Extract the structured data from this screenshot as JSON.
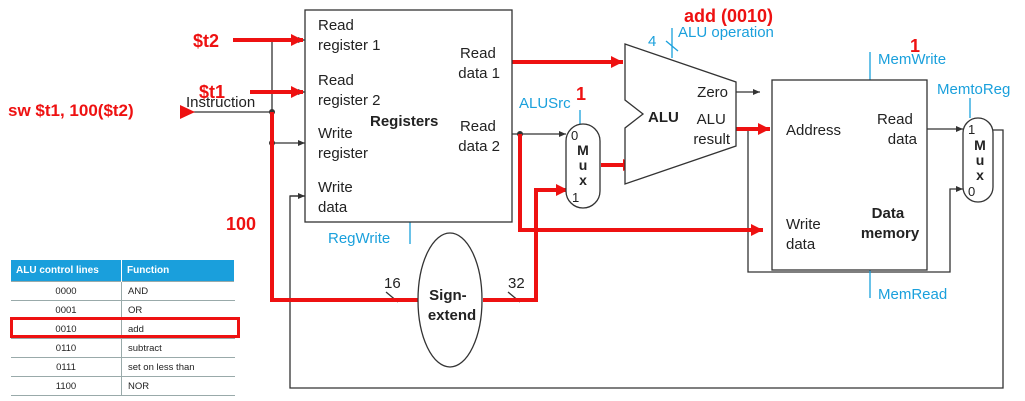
{
  "annotations": {
    "instruction": "sw $t1, 100($t2)",
    "t2": "$t2",
    "t1": "$t1",
    "imm": "100",
    "aluop_value": "add (0010)",
    "alusrc_value": "1",
    "memwrite_value": "1"
  },
  "registers": {
    "title": "Registers",
    "read_reg1": [
      "Read",
      "register 1"
    ],
    "read_reg2": [
      "Read",
      "register 2"
    ],
    "write_reg": [
      "Write",
      "register"
    ],
    "write_data": [
      "Write",
      "data"
    ],
    "read_data1": [
      "Read",
      "data 1"
    ],
    "read_data2": [
      "Read",
      "data 2"
    ]
  },
  "instruction_label": "Instruction",
  "control": {
    "regwrite": "RegWrite",
    "alusrc": "ALUSrc",
    "aluop": "ALU operation",
    "aluop_width": "4",
    "memwrite": "MemWrite",
    "memread": "MemRead",
    "memtoreg": "MemtoReg"
  },
  "alu": {
    "label": "ALU",
    "zero": "Zero",
    "result": [
      "ALU",
      "result"
    ]
  },
  "mux": {
    "letters": [
      "M",
      "u",
      "x"
    ],
    "in0": "0",
    "in1": "1"
  },
  "sign_extend": {
    "label": [
      "Sign-",
      "extend"
    ],
    "in_width": "16",
    "out_width": "32"
  },
  "memory": {
    "address": "Address",
    "read_data": [
      "Read",
      "data"
    ],
    "write_data": [
      "Write",
      "data"
    ],
    "title": [
      "Data",
      "memory"
    ]
  },
  "alu_table": {
    "headers": [
      "ALU control lines",
      "Function"
    ],
    "rows": [
      {
        "code": "0000",
        "fn": "AND"
      },
      {
        "code": "0001",
        "fn": "OR"
      },
      {
        "code": "0010",
        "fn": "add"
      },
      {
        "code": "0110",
        "fn": "subtract"
      },
      {
        "code": "0111",
        "fn": "set on less than"
      },
      {
        "code": "1100",
        "fn": "NOR"
      }
    ],
    "highlighted_row": 2
  },
  "colors": {
    "highlight": "#ee1111",
    "control": "#1aa0dc",
    "header_bg": "#1a9fdc",
    "wire": "#333333"
  }
}
